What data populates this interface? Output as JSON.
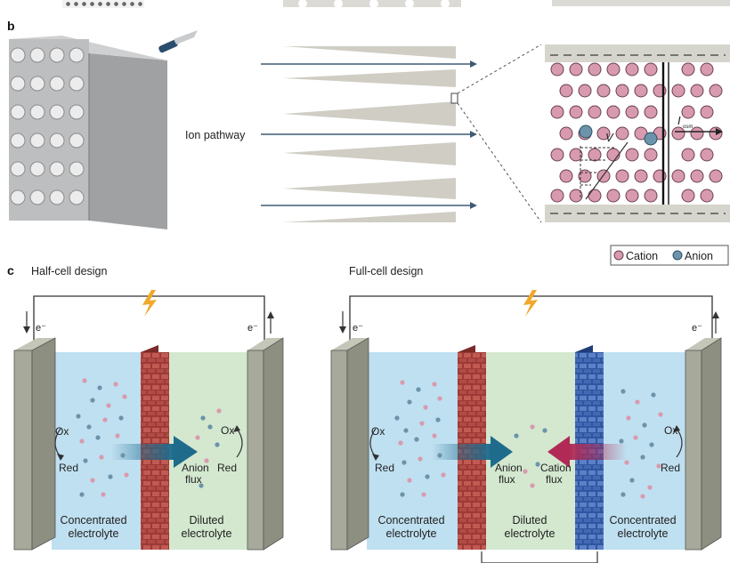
{
  "panel_b": {
    "letter": "b",
    "ion_pathway": "Ion pathway",
    "velocity_symbol": "V",
    "current_symbol": "I",
    "current_subscript": "osm",
    "legend": {
      "cation": "Cation",
      "anion": "Anion"
    }
  },
  "panel_c": {
    "letter": "c",
    "half_cell": {
      "title": "Half-cell design",
      "electron_left": "e⁻",
      "electron_right": "e⁻",
      "ox_left": "Ox",
      "red_left": "Red",
      "ox_right": "Ox",
      "red_right": "Red",
      "flux_line1": "Anion",
      "flux_line2": "flux",
      "left_line1": "Concentrated",
      "left_line2": "electrolyte",
      "right_line1": "Diluted",
      "right_line2": "electrolyte"
    },
    "full_cell": {
      "title": "Full-cell design",
      "electron_left": "e⁻",
      "electron_right": "e⁻",
      "ox_left": "Ox",
      "red_left": "Red",
      "ox_right": "Ox",
      "red_right": "Red",
      "anion_flux_line1": "Anion",
      "anion_flux_line2": "flux",
      "cation_flux_line1": "Cation",
      "cation_flux_line2": "flux",
      "left_line1": "Concentrated",
      "left_line2": "electrolyte",
      "middle_line1": "Diluted",
      "middle_line2": "electrolyte",
      "right_line1": "Concentrated",
      "right_line2": "electrolyte"
    }
  },
  "colors": {
    "cation": "#d89aae",
    "anion": "#6b93aa",
    "concentrated": "#bfe0f1",
    "diluted": "#d3e8cf",
    "anion_membrane": "#a8403c",
    "cation_membrane": "#3a63ad",
    "electrode": "#a7a99a",
    "lightning": "#f0a92a"
  }
}
